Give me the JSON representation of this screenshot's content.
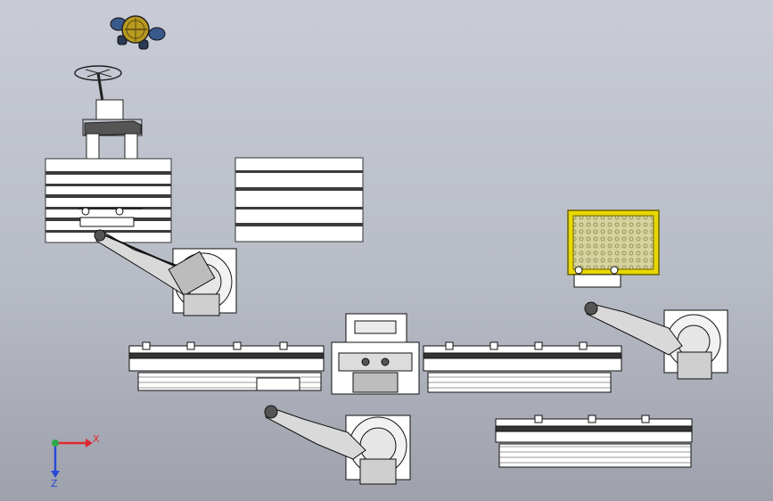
{
  "viewport": {
    "background_top": "#c9ccd6",
    "background_bottom": "#9ea1ab"
  },
  "triad": {
    "x_label": "X",
    "z_label": "Z",
    "x_color": "#e0282f",
    "y_color": "#2da84a",
    "z_color": "#2848d6"
  },
  "scene": {
    "pallets": [
      {
        "id": "left",
        "color": "#ffffff"
      },
      {
        "id": "middle",
        "color": "#ffffff"
      }
    ],
    "tray": {
      "frame_color": "#e8d800",
      "grid_color": "#b8ad3a"
    },
    "robots": [
      "left-robot",
      "right-robot",
      "bottom-robot"
    ],
    "conveyors": [
      "left-conveyor",
      "right-conveyor",
      "lower-right-conveyor"
    ],
    "operator": {
      "helmet_color": "#b89a1e",
      "body_color": "#3a5a8c"
    }
  }
}
